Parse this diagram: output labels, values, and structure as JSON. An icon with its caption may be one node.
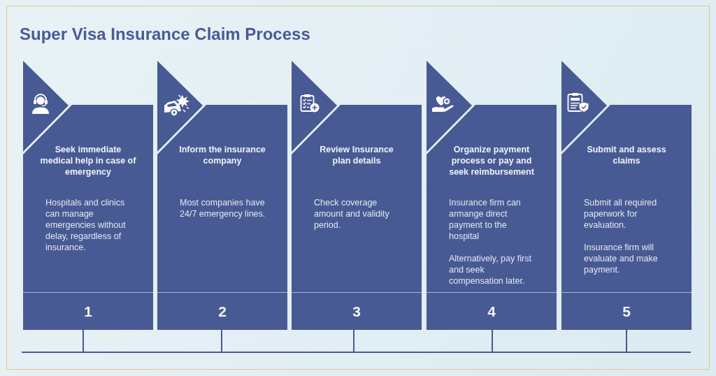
{
  "diagram": {
    "title": "Super Visa Insurance Claim Process",
    "nodes": [
      {
        "text": [
          "Seek immediate medical help in case of emergency",
          "Hospitals and clinics can manage emergencies without delay, regardless of insurance."
        ]
      },
      {
        "text": [
          "1"
        ],
        "in": 0
      },
      {
        "text": [
          "Inform the insurance company",
          "Most companies have 24/7 emergency lines."
        ]
      },
      {
        "text": [
          "2"
        ],
        "in": 2
      },
      {
        "text": [
          "Review Insurance plan details",
          "Check coverage amount and validity period."
        ]
      },
      {
        "text": [
          "3"
        ],
        "in": 4
      },
      {
        "text": [
          "Organize payment process or pay and seek reimbursement",
          "Insurance firm can armange direct payment to the hospital",
          "Alternatively, pay first and seek compensation later."
        ]
      },
      {
        "text": [
          "4"
        ],
        "in": 6
      },
      {
        "text": [
          "Submit and assess claims",
          "Submit all required paperwork for evaluation.",
          "Insurance firm will evaluate and make payment."
        ]
      },
      {
        "text": [
          "5"
        ],
        "in": 8
      },
      {
        "text": [],
        "shape": "bar"
      }
    ],
    "edges": [
      {
        "from": 0,
        "to": 10,
        "arrow": "none"
      },
      {
        "from": 2,
        "to": 10,
        "arrow": "none"
      },
      {
        "from": 4,
        "to": 10,
        "arrow": "none"
      },
      {
        "from": 6,
        "to": 10,
        "arrow": "none"
      },
      {
        "from": 8,
        "to": 10,
        "arrow": "none"
      }
    ]
  }
}
